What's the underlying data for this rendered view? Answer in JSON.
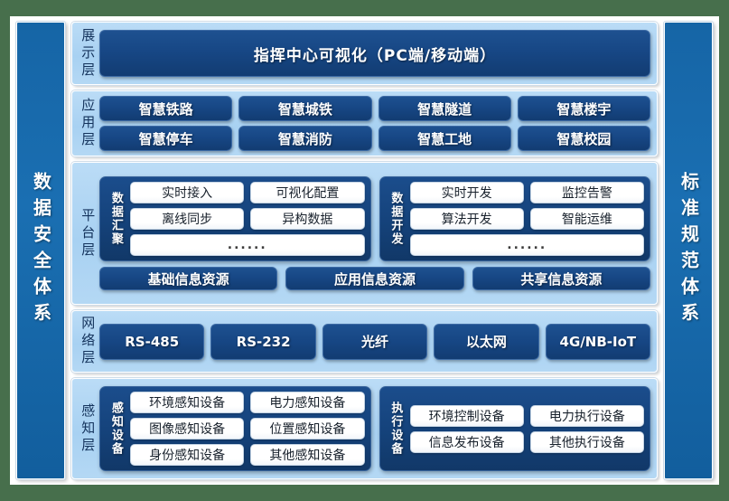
{
  "pillars": {
    "left": {
      "label": "数据安全体系",
      "name": "data-security-system"
    },
    "right": {
      "label": "标准规范体系",
      "name": "standards-specification-system"
    }
  },
  "layers": [
    {
      "id": "display",
      "label": "展示层",
      "items": [
        "指挥中心可视化（PC端/移动端）"
      ]
    },
    {
      "id": "application",
      "label": "应用层",
      "rows": [
        [
          "智慧铁路",
          "智慧城铁",
          "智慧隧道",
          "智慧楼宇"
        ],
        [
          "智慧停车",
          "智慧消防",
          "智慧工地",
          "智慧校园"
        ]
      ]
    },
    {
      "id": "platform",
      "label": "平台层",
      "groups": [
        {
          "label": "数据汇聚",
          "rows": [
            [
              "实时接入",
              "可视化配置"
            ],
            [
              "离线同步",
              "异构数据"
            ],
            [
              "......"
            ]
          ]
        },
        {
          "label": "数据开发",
          "rows": [
            [
              "实时开发",
              "监控告警"
            ],
            [
              "算法开发",
              "智能运维"
            ],
            [
              "......"
            ]
          ]
        }
      ],
      "resources": [
        "基础信息资源",
        "应用信息资源",
        "共享信息资源"
      ]
    },
    {
      "id": "network",
      "label": "网络层",
      "items": [
        "RS-485",
        "RS-232",
        "光纤",
        "以太网",
        "4G/NB-IoT"
      ]
    },
    {
      "id": "perception",
      "label": "感知层",
      "groups": [
        {
          "label": "感知设备",
          "rows": [
            [
              "环境感知设备",
              "电力感知设备"
            ],
            [
              "图像感知设备",
              "位置感知设备"
            ],
            [
              "身份感知设备",
              "其他感知设备"
            ]
          ]
        },
        {
          "label": "执行设备",
          "rows": [
            [
              "环境控制设备",
              "电力执行设备"
            ],
            [
              "信息发布设备",
              "其他执行设备"
            ]
          ]
        }
      ]
    }
  ],
  "colors": {
    "page_background": "#476F4C",
    "canvas": "#FFFFFF",
    "layer_band": "#AFD4F3",
    "chip_dark_blue": "#174785",
    "pillar_blue": "#1665A6",
    "chip_white": "#FFFFFF",
    "label_text": "#14335C"
  }
}
